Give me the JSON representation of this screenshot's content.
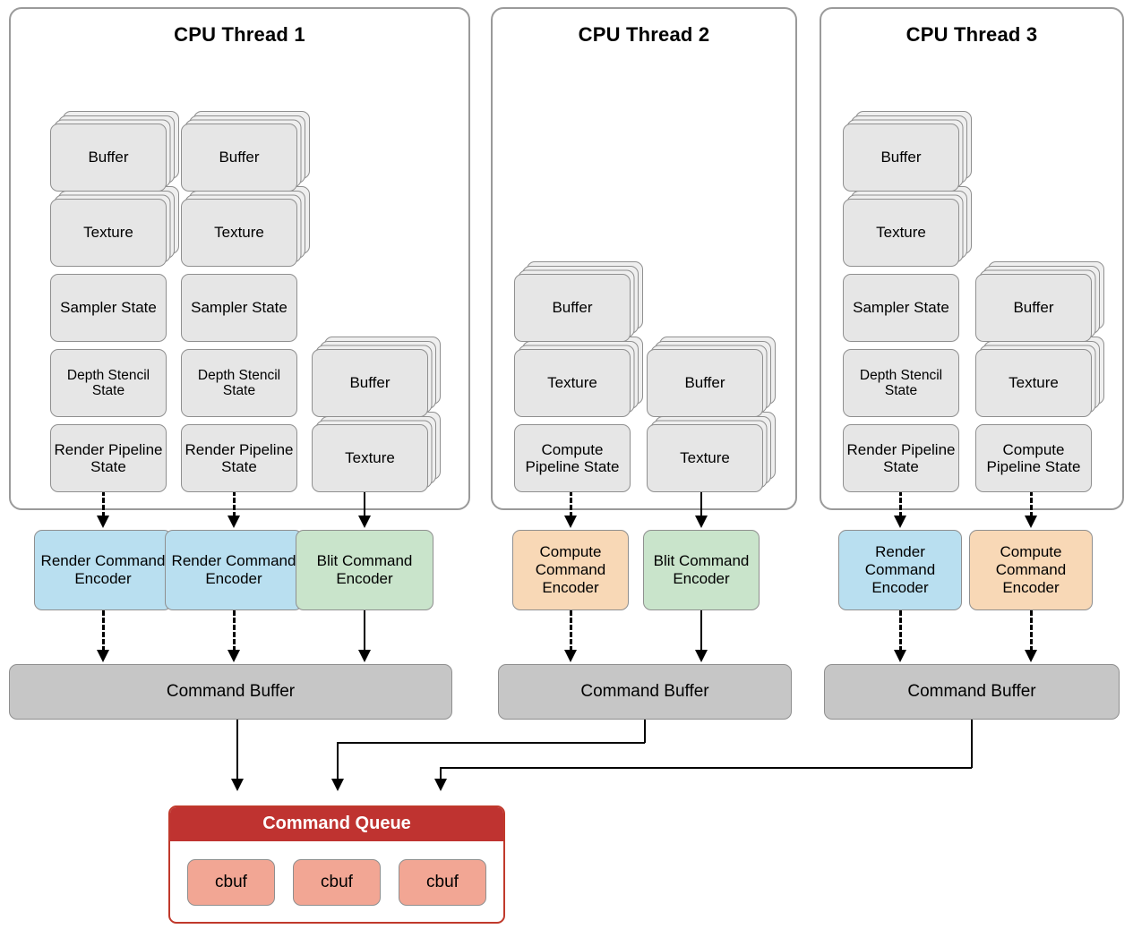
{
  "diagram": {
    "title_hidden": "",
    "colors": {
      "render_encoder": "#b9dff0",
      "compute_encoder": "#f8d8b6",
      "blit_encoder": "#c9e4cb",
      "command_buffer": "#c6c6c6",
      "queue_header": "#bf3330",
      "queue_border": "#c0392b",
      "cbuf": "#f2a694",
      "resource_card": "#e6e6e6"
    }
  },
  "threads": [
    {
      "title": "CPU Thread 1",
      "columns": [
        {
          "cards": [
            {
              "label": "Buffer",
              "stacked": true
            },
            {
              "label": "Texture",
              "stacked": true
            },
            {
              "label": "Sampler State",
              "stacked": false
            },
            {
              "label": "Depth Stencil State",
              "stacked": false,
              "small": true
            },
            {
              "label": "Render Pipeline State",
              "stacked": false
            }
          ]
        },
        {
          "cards": [
            {
              "label": "Buffer",
              "stacked": true
            },
            {
              "label": "Texture",
              "stacked": true
            },
            {
              "label": "Sampler State",
              "stacked": false
            },
            {
              "label": "Depth Stencil State",
              "stacked": false,
              "small": true
            },
            {
              "label": "Render Pipeline State",
              "stacked": false
            }
          ]
        },
        {
          "cards": [
            {
              "label": "Buffer",
              "stacked": true
            },
            {
              "label": "Texture",
              "stacked": true
            }
          ]
        }
      ],
      "encoders": [
        {
          "label": "Render Command Encoder",
          "kind": "render",
          "link": "dashed"
        },
        {
          "label": "Render Command Encoder",
          "kind": "render",
          "link": "dashed"
        },
        {
          "label": "Blit Command Encoder",
          "kind": "blit",
          "link": "solid"
        }
      ],
      "command_buffer": "Command Buffer"
    },
    {
      "title": "CPU Thread 2",
      "columns": [
        {
          "cards": [
            {
              "label": "Buffer",
              "stacked": true
            },
            {
              "label": "Texture",
              "stacked": true
            },
            {
              "label": "Compute Pipeline State",
              "stacked": false
            }
          ]
        },
        {
          "cards": [
            {
              "label": "Buffer",
              "stacked": true
            },
            {
              "label": "Texture",
              "stacked": true
            }
          ]
        }
      ],
      "encoders": [
        {
          "label": "Compute Command Encoder",
          "kind": "compute",
          "link": "dashed"
        },
        {
          "label": "Blit Command Encoder",
          "kind": "blit",
          "link": "solid"
        }
      ],
      "command_buffer": "Command Buffer"
    },
    {
      "title": "CPU Thread 3",
      "columns": [
        {
          "cards": [
            {
              "label": "Buffer",
              "stacked": true
            },
            {
              "label": "Texture",
              "stacked": true
            },
            {
              "label": "Sampler State",
              "stacked": false
            },
            {
              "label": "Depth Stencil State",
              "stacked": false,
              "small": true
            },
            {
              "label": "Render Pipeline State",
              "stacked": false
            }
          ]
        },
        {
          "cards": [
            {
              "label": "Buffer",
              "stacked": true
            },
            {
              "label": "Texture",
              "stacked": true
            },
            {
              "label": "Compute Pipeline State",
              "stacked": false
            }
          ]
        }
      ],
      "encoders": [
        {
          "label": "Render Command Encoder",
          "kind": "render",
          "link": "dashed"
        },
        {
          "label": "Compute Command Encoder",
          "kind": "compute",
          "link": "dashed"
        }
      ],
      "command_buffer": "Command Buffer"
    }
  ],
  "command_queue": {
    "title": "Command Queue",
    "items": [
      "cbuf",
      "cbuf",
      "cbuf"
    ]
  }
}
